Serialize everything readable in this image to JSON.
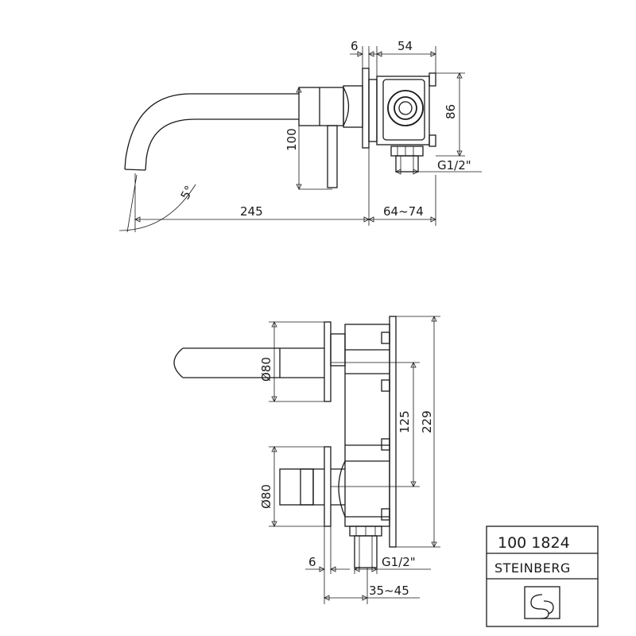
{
  "side_view": {
    "dims": {
      "plate_thickness": "6",
      "body_depth": "54",
      "body_height": "86",
      "spout_height": "100",
      "thread": "G1/2\"",
      "angle": "5°",
      "spout_length": "245",
      "install_depth": "64~74"
    }
  },
  "front_view": {
    "dims": {
      "rosette_top": "Ø80",
      "rosette_bottom": "Ø80",
      "center_distance": "125",
      "overall_height": "229",
      "thread": "G1/2\"",
      "plate_thickness": "6",
      "install_depth": "35~45"
    }
  },
  "title_block": {
    "article_number": "100 1824",
    "brand": "STEINBERG",
    "logo": "steinberg-logo-icon"
  }
}
